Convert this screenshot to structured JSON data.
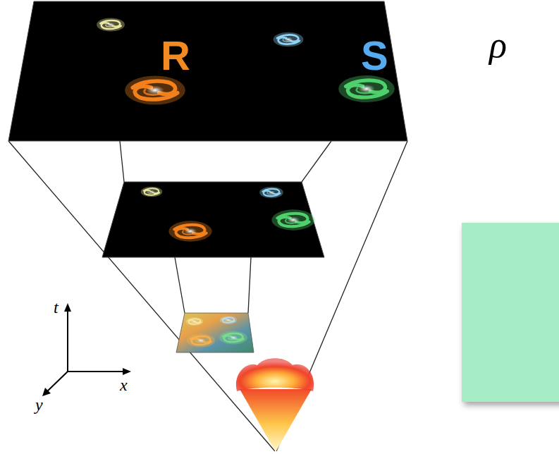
{
  "diagram": {
    "labels": [
      "R",
      "S",
      "ρ",
      "t",
      "x",
      "y"
    ]
  }
}
